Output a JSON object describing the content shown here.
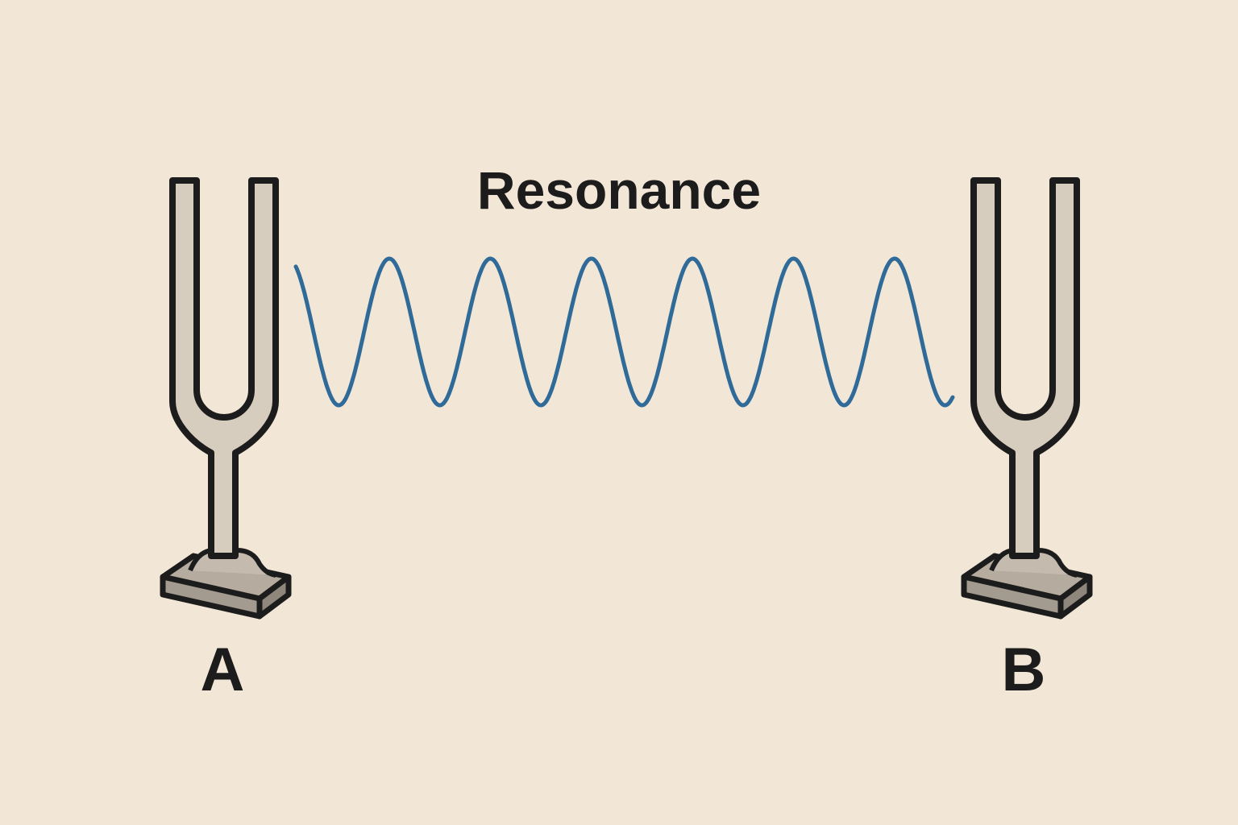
{
  "title": "Resonance",
  "forks": [
    {
      "label": "A"
    },
    {
      "label": "B"
    }
  ],
  "colors": {
    "background": "#f2e7d7",
    "wave": "#2f6a98",
    "fork_fill": "#d7cdbf",
    "base_top": "#b5ab9e",
    "base_front": "#9c9488",
    "outline": "#1c1c1c",
    "text": "#1c1c1c"
  }
}
